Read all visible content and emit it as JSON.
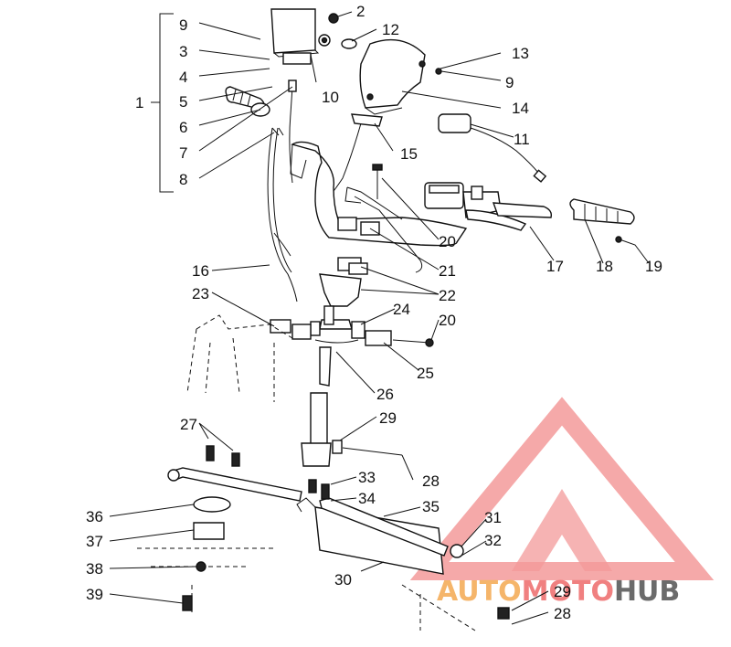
{
  "diagram": {
    "callouts": [
      "1",
      "2",
      "3",
      "4",
      "5",
      "6",
      "7",
      "8",
      "9",
      "9",
      "10",
      "11",
      "12",
      "13",
      "14",
      "15",
      "16",
      "17",
      "18",
      "19",
      "20",
      "20",
      "21",
      "22",
      "23",
      "24",
      "25",
      "26",
      "27",
      "28",
      "28",
      "29",
      "29",
      "30",
      "31",
      "32",
      "33",
      "34",
      "35",
      "36",
      "37",
      "38",
      "39"
    ]
  },
  "watermark": {
    "word_auto": "AUTO",
    "word_moto": "MOTO",
    "word_hub": "HUB",
    "color_red": "#f08080",
    "color_orange": "#f5b56a",
    "color_gray": "#6b6b6b"
  }
}
